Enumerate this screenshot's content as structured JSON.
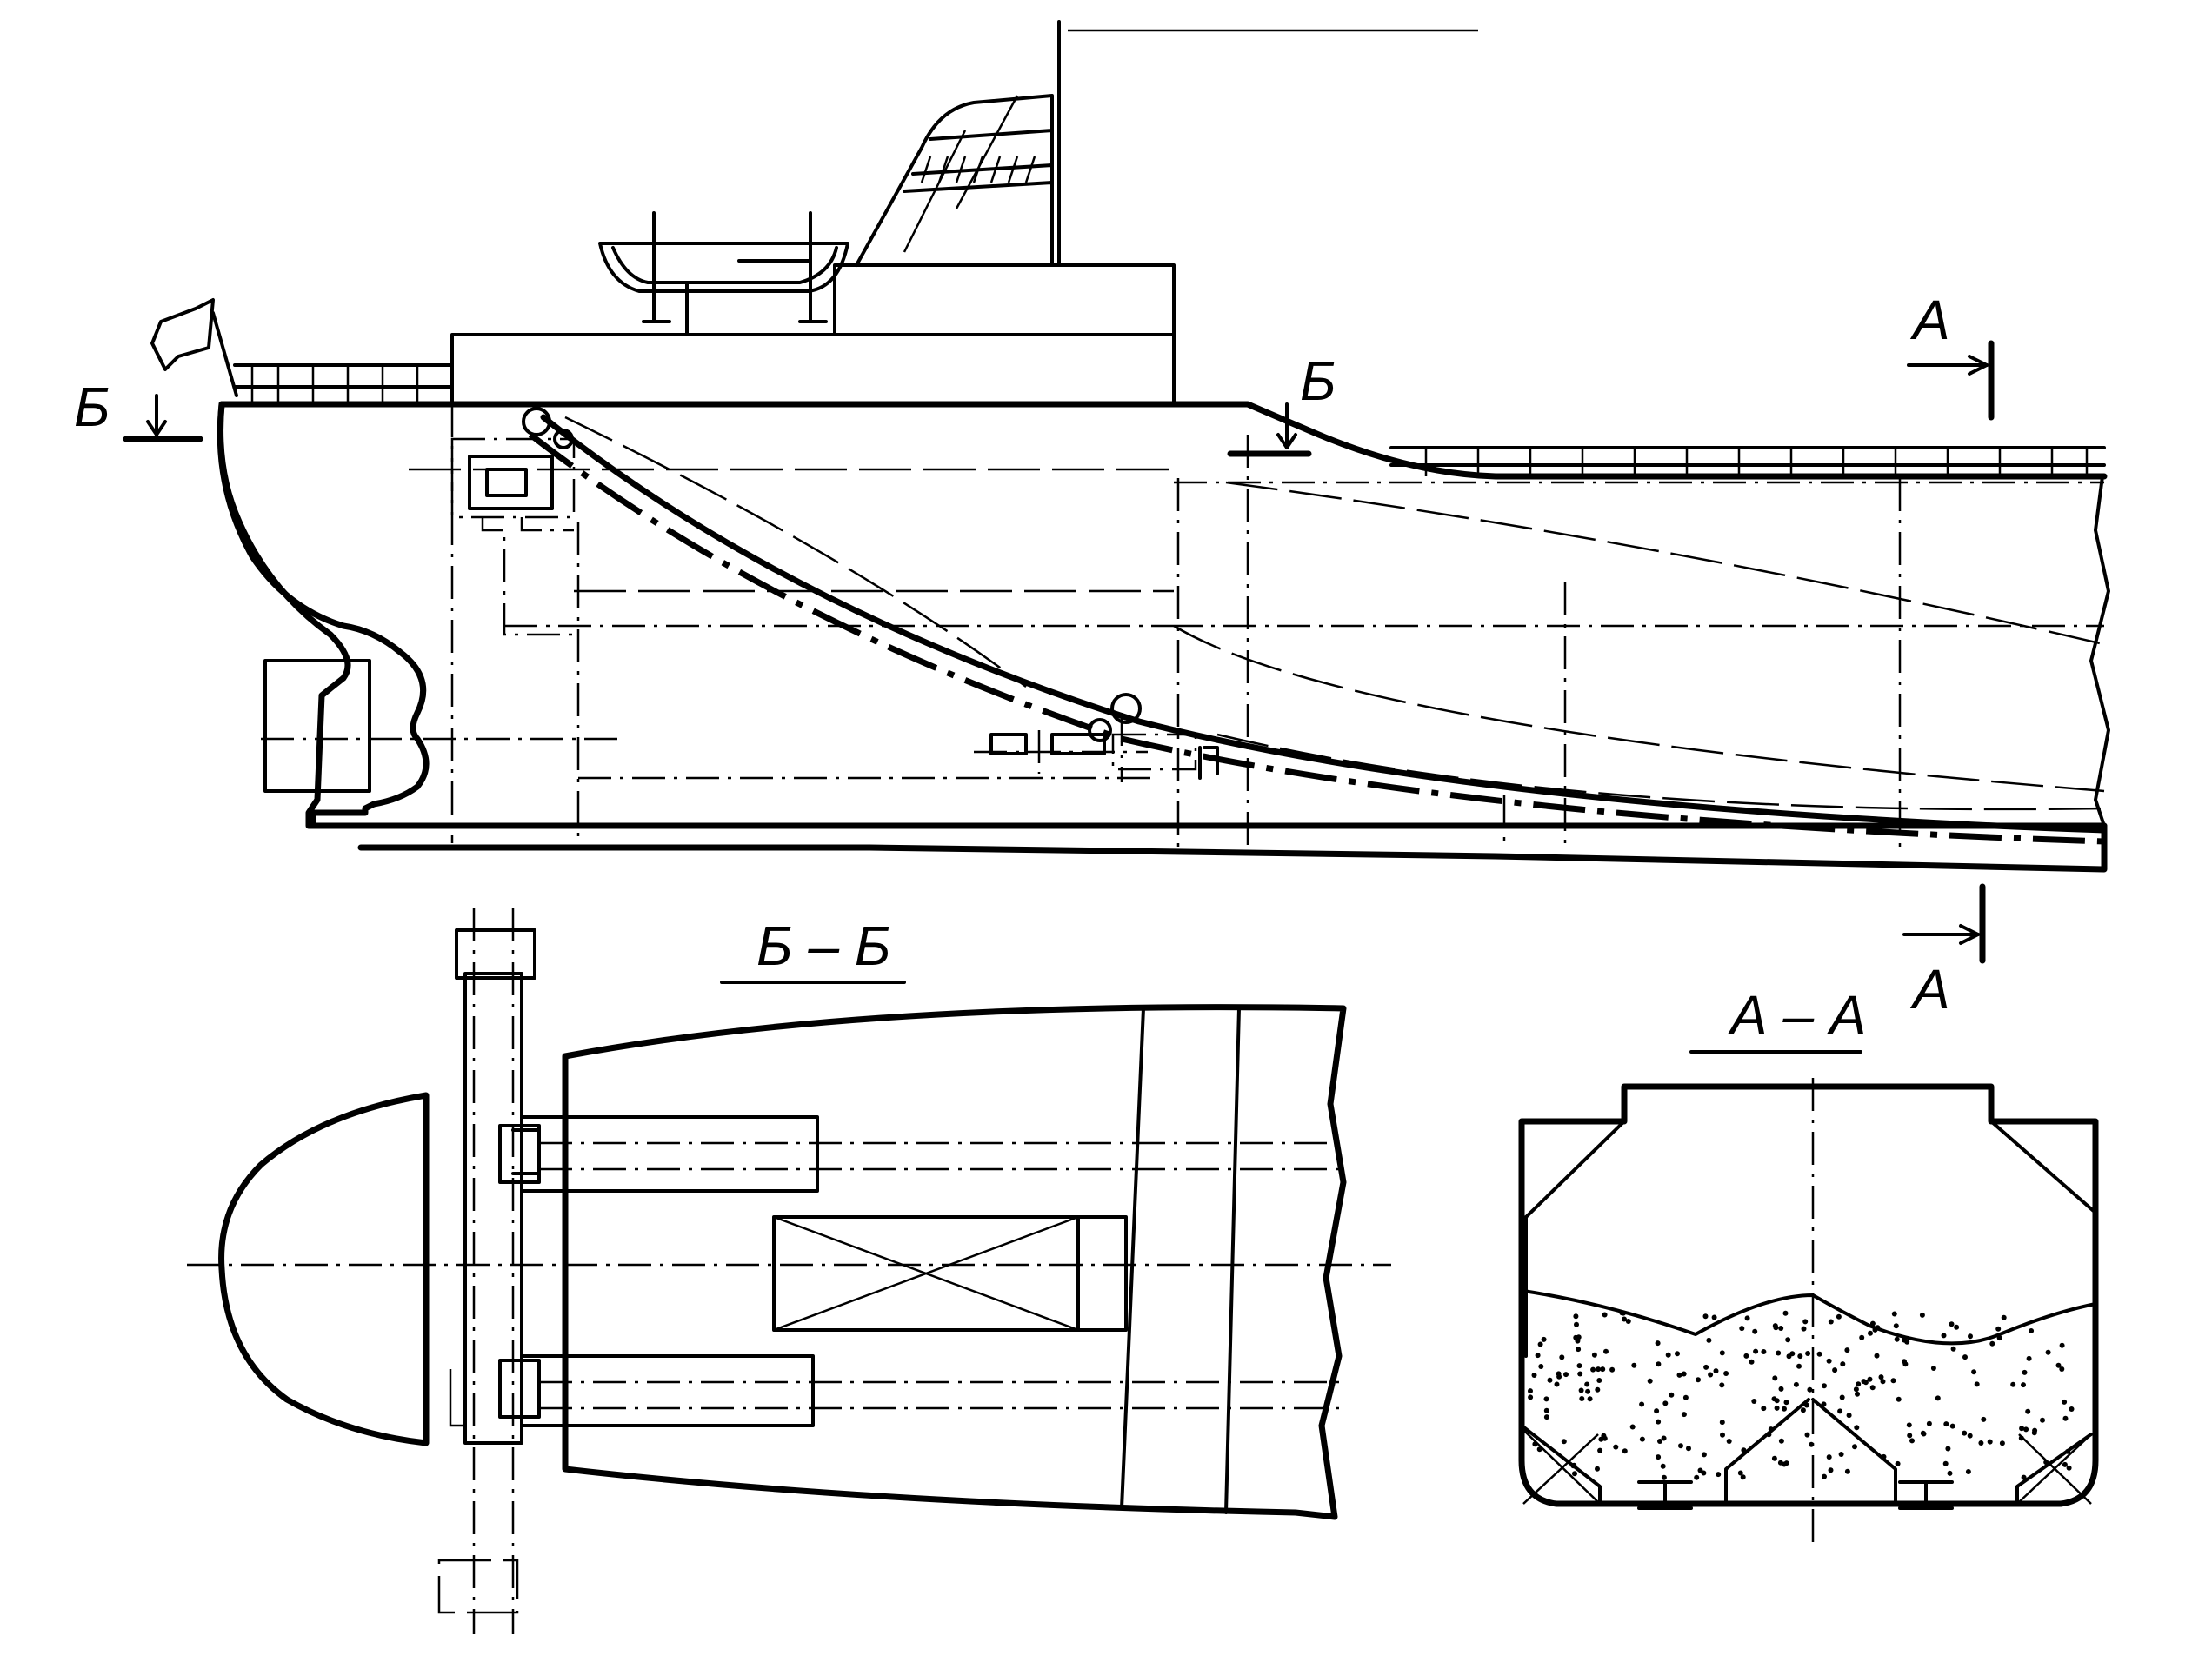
{
  "labels": {
    "section_b": "Б",
    "section_a": "А",
    "title_b": "Б – Б",
    "title_a": "А – А"
  }
}
